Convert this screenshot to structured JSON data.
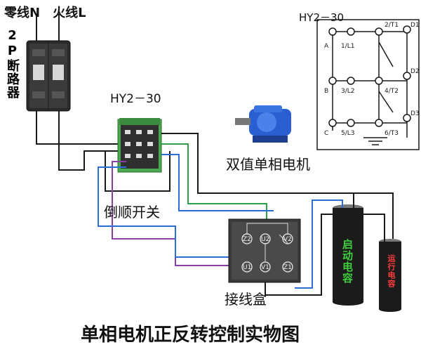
{
  "labels": {
    "neutral_live": "零线N　火线L",
    "breaker_vertical": "2P断路器",
    "switch_model_left": "HY2－30",
    "switch_model_right": "HY2－30",
    "motor": "双值单相电机",
    "reversing_switch": "倒顺开关",
    "junction_box": "接线盒",
    "title": "单相电机正反转控制实物图",
    "start_cap_vertical": "启动电容",
    "run_cap_vertical": "运行电容"
  },
  "schematic": {
    "left_terminals": [
      "A",
      "B",
      "C"
    ],
    "inner_left": [
      "1/L1",
      "3/L2",
      "5/L3"
    ],
    "inner_right": [
      "2/T1",
      "4/T2",
      "6/T3"
    ],
    "right_terminals": [
      "D1",
      "D2",
      "D3"
    ]
  },
  "junction_box_terminals": {
    "top_row": [
      "Z2",
      "U2",
      "V2"
    ],
    "bottom_row": [
      "U1",
      "V1",
      "Z1"
    ]
  },
  "colors": {
    "wire_black": "#1a1a1a",
    "wire_green": "#2e9e4a",
    "wire_purple": "#8b3fa8",
    "wire_blue": "#2b6fd6",
    "switch_green": "#4aa84f",
    "start_cap_text": "#3ecf3e",
    "run_cap_text": "#ff3b3b"
  }
}
